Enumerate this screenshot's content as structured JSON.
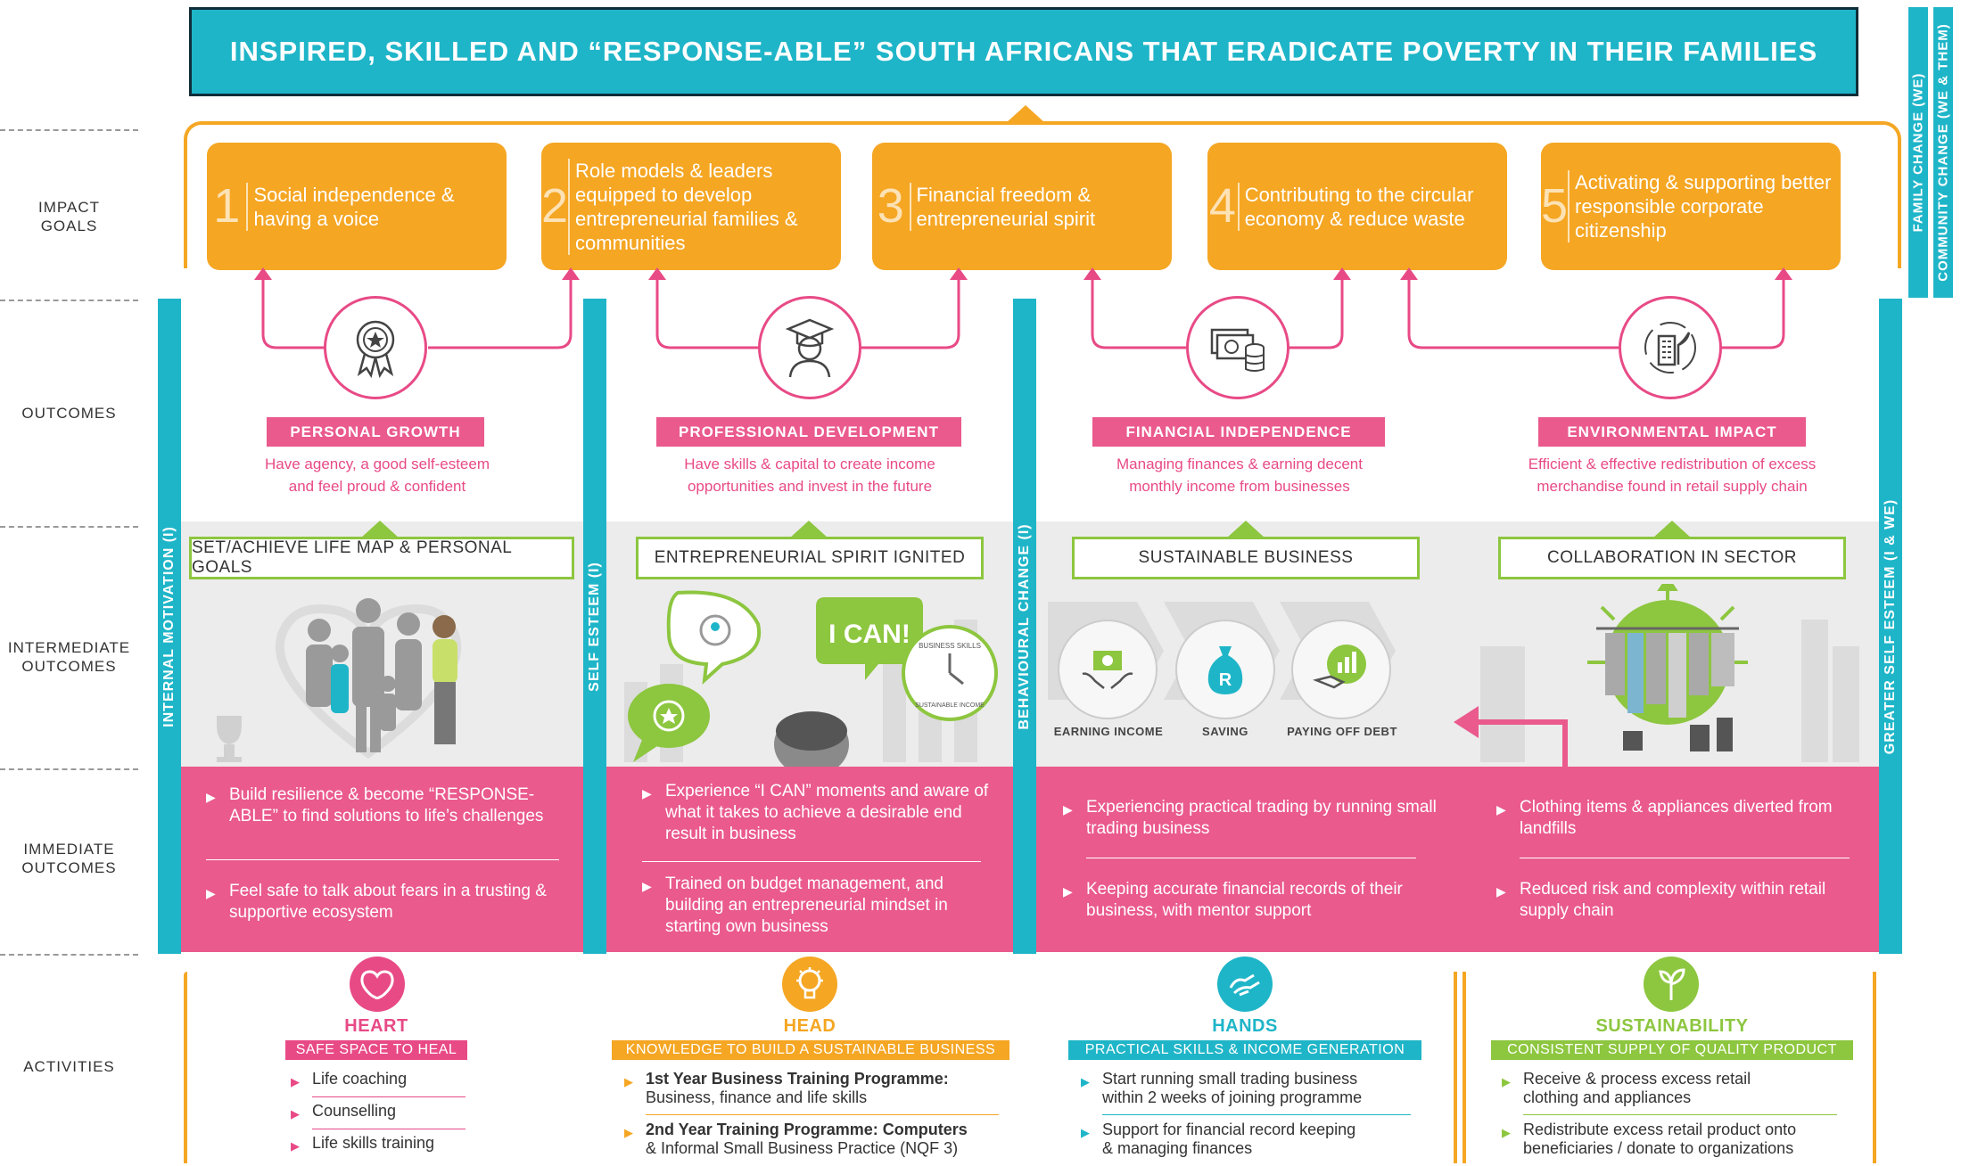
{
  "banner": {
    "title": "INSPIRED, SKILLED AND “RESPONSE-ABLE” SOUTH AFRICANS THAT ERADICATE POVERTY IN THEIR FAMILIES"
  },
  "right_side": {
    "family": "FAMILY CHANGE (WE)",
    "community": "COMMUNITY CHANGE (WE & THEM)"
  },
  "row_labels": {
    "impact": [
      "IMPACT",
      "GOALS"
    ],
    "outcomes": "OUTCOMES",
    "intermediate": [
      "INTERMEDIATE",
      "OUTCOMES"
    ],
    "immediate": [
      "IMMEDIATE",
      "OUTCOMES"
    ],
    "activities": "ACTIVITIES"
  },
  "goals": [
    {
      "num": "1",
      "text": "Social independence & having a voice"
    },
    {
      "num": "2",
      "text": "Role models & leaders equipped to develop entrepreneurial families & communities"
    },
    {
      "num": "3",
      "text": "Financial freedom & entrepreneurial spirit"
    },
    {
      "num": "4",
      "text": "Contributing to the circular economy & reduce waste"
    },
    {
      "num": "5",
      "text": "Activating & supporting better responsible corporate citizenship"
    }
  ],
  "vertical_bars": [
    "INTERNAL MOTIVATION (I)",
    "SELF ESTEEM (I)",
    "BEHAVIOURAL CHANGE (I)",
    "GREATER SELF ESTEEM (I & WE)"
  ],
  "columns": [
    {
      "outcome_title": "PERSONAL GROWTH",
      "outcome_desc": [
        "Have agency, a good self-esteem",
        "and feel proud & confident"
      ],
      "intermediate": "SET/ACHIEVE LIFE MAP & PERSONAL GOALS",
      "immediate": [
        "Build resilience & become “RESPONSE-ABLE” to find solutions to life’s challenges",
        "Feel safe to talk about fears in a trusting & supportive ecosystem"
      ],
      "icon": "award-icon"
    },
    {
      "outcome_title": "PROFESSIONAL DEVELOPMENT",
      "outcome_desc": [
        "Have skills & capital to create income",
        "opportunities and invest in the future"
      ],
      "intermediate": "ENTREPRENEURIAL SPIRIT IGNITED",
      "immediate": [
        "Experience “I CAN” moments and aware of what it takes to achieve a desirable end result in business",
        "Trained on budget management, and building an entrepreneurial mindset in starting own business"
      ],
      "icon": "graduate-icon",
      "bubble": "I CAN!",
      "clock_text": [
        "BUSINESS SKILLS",
        "SUSTAINABLE INCOME"
      ]
    },
    {
      "outcome_title": "FINANCIAL INDEPENDENCE",
      "outcome_desc": [
        "Managing finances & earning decent",
        "monthly income from businesses"
      ],
      "intermediate": "SUSTAINABLE BUSINESS",
      "immediate": [
        "Experiencing practical trading by running small trading business",
        "Keeping accurate financial records of their business, with mentor support"
      ],
      "icon": "money-icon",
      "steps": [
        "EARNING INCOME",
        "SAVING",
        "PAYING OFF DEBT"
      ],
      "bag_letter": "R"
    },
    {
      "outcome_title": "ENVIRONMENTAL IMPACT",
      "outcome_desc": [
        "Efficient & effective redistribution of excess",
        "merchandise found in retail supply chain"
      ],
      "intermediate": "COLLABORATION IN SECTOR",
      "immediate": [
        "Clothing items & appliances diverted from landfills",
        "Reduced risk and complexity within retail supply chain"
      ],
      "icon": "eco-building-icon"
    }
  ],
  "activities": [
    {
      "title": "HEART",
      "subtitle": "SAFE SPACE TO HEAL",
      "color": "#e84a86",
      "items": [
        "Life coaching",
        "Counselling",
        "Life skills training"
      ]
    },
    {
      "title": "HEAD",
      "subtitle": "KNOWLEDGE TO BUILD A SUSTAINABLE BUSINESS",
      "color": "#f5a623",
      "items": [
        [
          "1st Year Business Training Programme:",
          "Business, finance and life skills"
        ],
        [
          "2nd Year Training Programme: Computers",
          "& Informal Small Business Practice (NQF 3)"
        ]
      ]
    },
    {
      "title": "HANDS",
      "subtitle": "PRACTICAL SKILLS & INCOME GENERATION",
      "color": "#1fb5c8",
      "items": [
        [
          "Start running small trading business",
          "within 2 weeks of joining programme"
        ],
        [
          "Support for financial record keeping",
          "& managing finances"
        ]
      ]
    },
    {
      "title": "SUSTAINABILITY",
      "subtitle": "CONSISTENT SUPPLY OF QUALITY PRODUCT",
      "color": "#8dc63f",
      "items": [
        [
          "Receive & process excess retail",
          "clothing and appliances"
        ],
        [
          "Redistribute excess retail product onto",
          "beneficiaries / donate to organizations"
        ]
      ]
    }
  ]
}
